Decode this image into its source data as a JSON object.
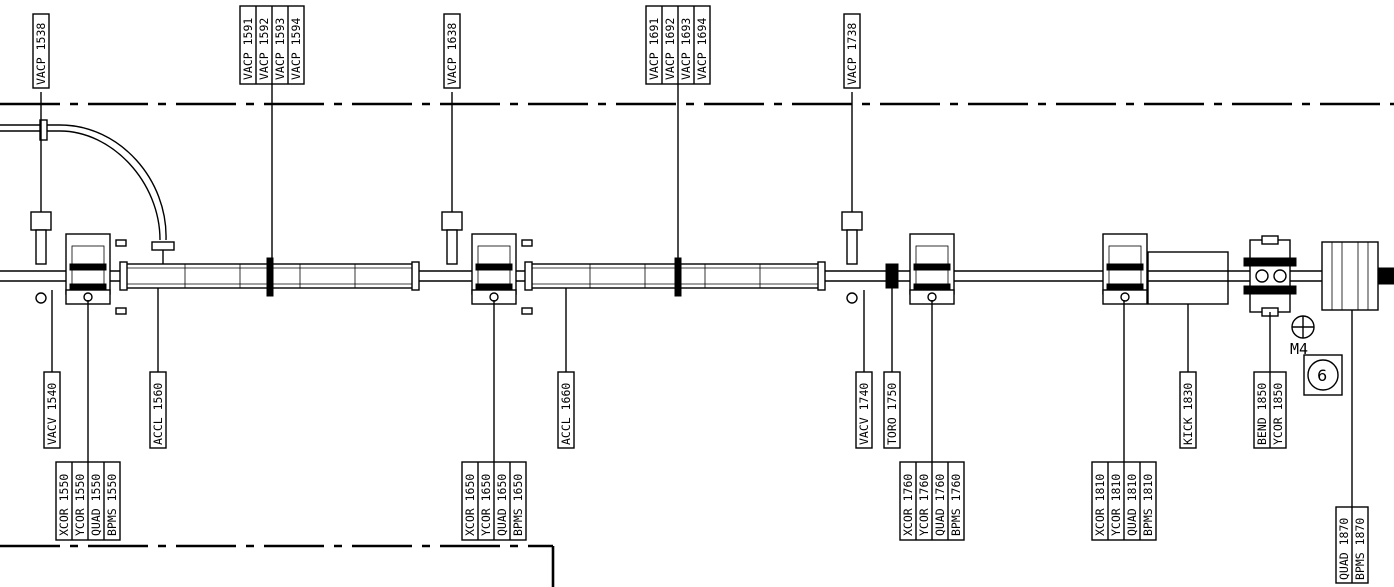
{
  "labels": {
    "vacp_1538": "VACP 1538",
    "vacp_1591": "VACP 1591",
    "vacp_1592": "VACP 1592",
    "vacp_1593": "VACP 1593",
    "vacp_1594": "VACP 1594",
    "vacp_1638": "VACP 1638",
    "vacp_1691": "VACP 1691",
    "vacp_1692": "VACP 1692",
    "vacp_1693": "VACP 1693",
    "vacp_1694": "VACP 1694",
    "vacp_1738": "VACP 1738",
    "vacv_1540": "VACV 1540",
    "accl_1560": "ACCL 1560",
    "accl_1660": "ACCL 1660",
    "vacv_1740": "VACV 1740",
    "toro_1750": "TORO 1750",
    "kick_1830": "KICK 1830",
    "bend_1850": "BEND 1850",
    "ycor_1850": "YCOR 1850",
    "xcor_1550": "XCOR 1550",
    "ycor_1550": "YCOR 1550",
    "quad_1550": "QUAD 1550",
    "bpms_1550": "BPMS 1550",
    "xcor_1650": "XCOR 1650",
    "ycor_1650": "YCOR 1650",
    "quad_1650": "QUAD 1650",
    "bpms_1650": "BPMS 1650",
    "xcor_1760": "XCOR 1760",
    "ycor_1760": "YCOR 1760",
    "quad_1760": "QUAD 1760",
    "bpms_1760": "BPMS 1760",
    "xcor_1810": "XCOR 1810",
    "ycor_1810": "YCOR 1810",
    "quad_1810": "QUAD 1810",
    "bpms_1810": "BPMS 1810",
    "quad_1870": "QUAD 1870",
    "bpms_1870": "BPMS 1870"
  },
  "marker": {
    "text": "M4"
  },
  "circled_number": "6"
}
